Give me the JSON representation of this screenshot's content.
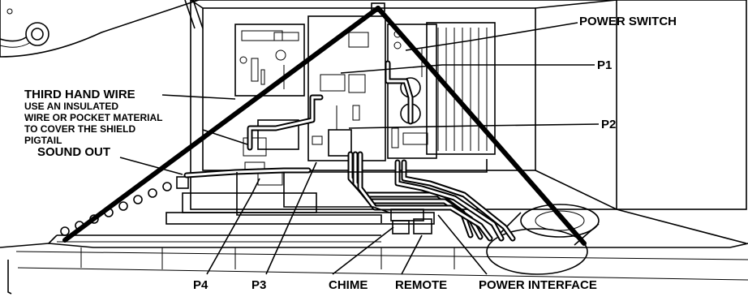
{
  "labels": {
    "power_switch": "POWER SWITCH",
    "p1": "P1",
    "p2": "P2",
    "third_hand_wire": "THIRD HAND WIRE",
    "insulated_line1": "USE AN INSULATED",
    "insulated_line2": "WIRE OR POCKET MATERIAL",
    "insulated_line3": "TO COVER THE SHIELD",
    "insulated_line4": "PIGTAIL",
    "sound_out": "SOUND OUT",
    "p4": "P4",
    "p3": "P3",
    "chime": "CHIME",
    "remote": "REMOTE",
    "power_interface": "POWER INTERFACE"
  }
}
